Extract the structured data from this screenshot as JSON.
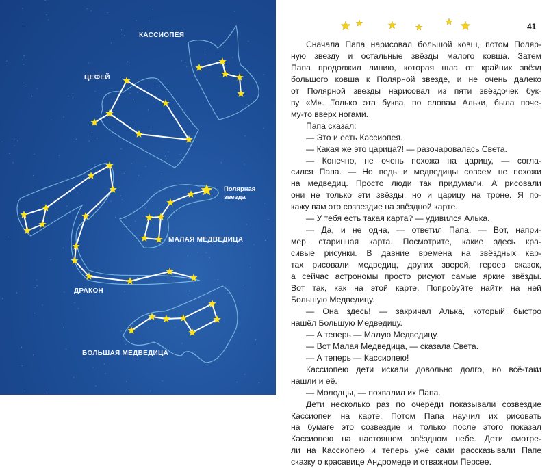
{
  "page_number": "41",
  "illustration": {
    "labels": {
      "cassiopeia": "КАССИОПЕЯ",
      "cepheus": "ЦЕФЕЙ",
      "polaris_line1": "Полярная",
      "polaris_line2": "звезда",
      "ursa_minor": "МАЛАЯ МЕДВЕДИЦА",
      "draco": "ДРАКОН",
      "ursa_major": "БОЛЬШАЯ МЕДВЕДИЦА"
    },
    "colors": {
      "sky": "#1d4f98",
      "star": "#ffe21a",
      "line": "#ffffff",
      "outline": "#8fd0f0"
    }
  },
  "paragraphs": [
    [
      "Сначала Папа нарисовал большой ковш, потом Поляр-",
      "ную звезду и остальные звёзды малого ковша. Затем",
      "Папа продолжил линию, которая шла от крайних звёзд",
      "большого ковша к Полярной звезде, и не очень далеко",
      "от Полярной звезды нарисовал из пяти звёздочек бук-",
      "ву «М». Только эта буква, по словам Альки, была поче-",
      "му-то вверх ногами."
    ],
    [
      "Папа сказал:"
    ],
    [
      "— Это и есть Кассиопея."
    ],
    [
      "— Какая же это царица?! — разочаровалась Света."
    ],
    [
      "— Конечно, не очень похожа на царицу, — согла-",
      "сился Папа. — Но ведь и медведицы совсем не похожи",
      "на медведиц. Просто люди так придумали. А рисовали",
      "они не только эти звёзды, но и царицу на троне. Я по-",
      "кажу вам это созвездие на звёздной карте."
    ],
    [
      "— У тебя есть такая карта? — удивился Алька."
    ],
    [
      "— Да, и не одна, — ответил Папа. — Вот, напри-",
      "мер, старинная карта. Посмотрите, какие здесь кра-",
      "сивые рисунки. В давние времена на звёздных кар-",
      "тах рисовали медведиц, других зверей, героев сказок,",
      "а сейчас астрономы просто рисуют самые яркие звёзды.",
      "Вот так, как на этой карте. Попробуйте найти на ней",
      "Большую Медведицу."
    ],
    [
      "— Она здесь! — закричал Алька, который быстро",
      "нашёл Большую Медведицу."
    ],
    [
      "— А теперь — Малую Медведицу."
    ],
    [
      "— Вот Малая Медведица, — сказала Света."
    ],
    [
      "— А теперь — Кассиопею!"
    ],
    [
      "Кассиопею дети искали довольно долго, но всё-таки",
      "нашли и её."
    ],
    [
      "— Молодцы, — похвалил их Папа."
    ],
    [
      "Дети несколько раз по очереди показывали созвездие",
      "Кассиопеи на карте. Потом Папа научил их рисовать",
      "на бумаге это созвездие и только после этого показал",
      "Кассиопею на настоящем звёздном небе. Дети смотре-",
      "ли на Кассиопею и теперь уже сами рассказывали Папе",
      "сказку о красавице Андромеде и отважном Персее."
    ]
  ]
}
